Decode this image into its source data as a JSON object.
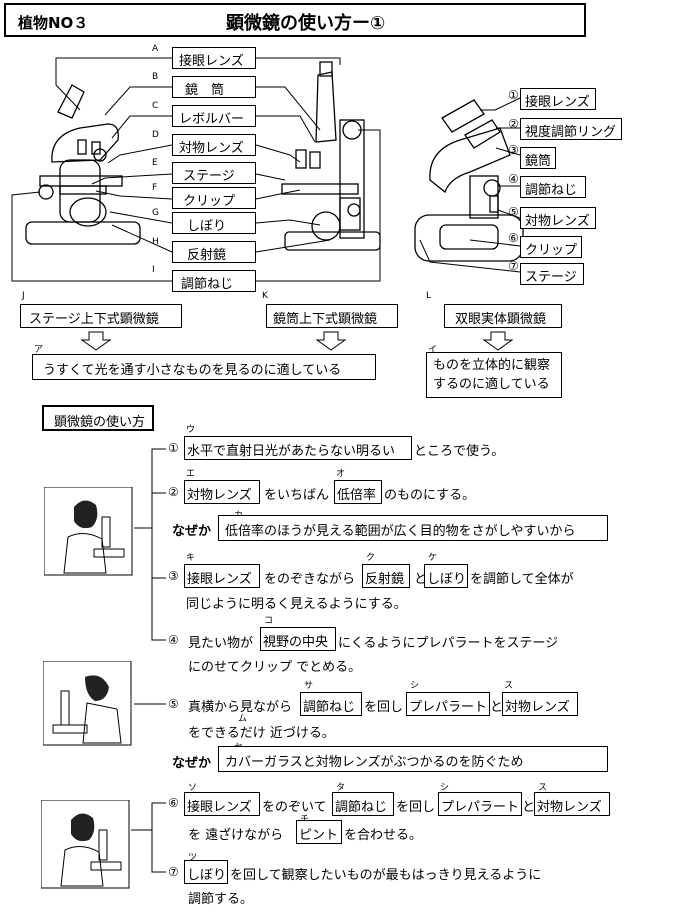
{
  "header": {
    "label": "植物NO３",
    "title": "顕微鏡の使い方ー①"
  },
  "parts_left": [
    {
      "letter": "A",
      "text": "接眼レンズ"
    },
    {
      "letter": "B",
      "text": "鏡　筒"
    },
    {
      "letter": "C",
      "text": "レボルバー"
    },
    {
      "letter": "D",
      "text": "対物レンズ"
    },
    {
      "letter": "E",
      "text": "ステージ"
    },
    {
      "letter": "F",
      "text": "クリップ"
    },
    {
      "letter": "G",
      "text": "しぼり"
    },
    {
      "letter": "H",
      "text": "反射鏡"
    },
    {
      "letter": "I",
      "text": "調節ねじ"
    }
  ],
  "parts_right": [
    {
      "num": "①",
      "text": "接眼レンズ"
    },
    {
      "num": "②",
      "text": "視度調節リング"
    },
    {
      "num": "③",
      "text": "鏡筒"
    },
    {
      "num": "④",
      "text": "調節ねじ"
    },
    {
      "num": "⑤",
      "text": "対物レンズ"
    },
    {
      "num": "⑥",
      "text": "クリップ"
    },
    {
      "num": "⑦",
      "text": "ステージ"
    }
  ],
  "types": [
    {
      "letter": "J",
      "name": "ステージ上下式顕微鏡"
    },
    {
      "letter": "K",
      "name": "鏡筒上下式顕微鏡"
    },
    {
      "letter": "L",
      "name": "双眼実体顕微鏡"
    }
  ],
  "use": {
    "letter": "ア",
    "text": "うすくて光を通す小さなものを見るのに適している"
  },
  "use_stereo": {
    "letter": "イ",
    "line1": "ものを立体的に観察",
    "line2": "するのに適している"
  },
  "section_title": "顕微鏡の使い方",
  "steps": {
    "s1": {
      "num": "①",
      "letter": "ウ",
      "box": "水平で直射日光があたらない明るい",
      "rest": "ところで使う。"
    },
    "s2": {
      "num": "②",
      "letter_e": "エ",
      "box1": "対物レンズ",
      "mid": "をいちばん",
      "letter_o": "オ",
      "box2": "低倍率",
      "rest": "のものにする。"
    },
    "why1": {
      "label": "なぜか",
      "letter": "カ",
      "text": "低倍率のほうが見える範囲が広く目的物をさがしやすいから"
    },
    "s3": {
      "num": "③",
      "letter_ki": "キ",
      "box1": "接眼レンズ",
      "mid1": "をのぞきながら",
      "letter_ku": "ク",
      "box2": "反射鏡",
      "mid2": "と",
      "letter_ke": "ケ",
      "box3": "しぼり",
      "rest": "を調節して全体が",
      "line2": "同じように明るく見えるようにする。"
    },
    "s4": {
      "num": "④",
      "pre": "見たい物が",
      "letter": "コ",
      "box": "視野の中央",
      "rest": "にくるようにプレパラートをステージ",
      "line2": "にのせてクリップ でとめる。"
    },
    "s5": {
      "num": "⑤",
      "pre": "真横から見ながら",
      "letter_sa": "サ",
      "box1": "調節ねじ",
      "mid1": "を回し",
      "letter_shi": "シ",
      "box2": "プレパラート",
      "mid2": "と",
      "letter_su": "ス",
      "box3": "対物レンズ",
      "line2": "をできるだけ 近づける。",
      "small": "ム"
    },
    "why2": {
      "label": "なぜか",
      "letter": "セ",
      "text": "カバーガラスと対物レンズがぶつかるのを防ぐため"
    },
    "s6": {
      "num": "⑥",
      "letter_so": "ソ",
      "box1": "接眼レンズ",
      "mid1": "をのぞいて",
      "letter_ta": "タ",
      "box2": "調節ねじ",
      "mid2": "を回し",
      "letter_shi": "シ",
      "box3": "プレパラート",
      "mid3": "と",
      "letter_su": "ス",
      "box4": "対物レンズ",
      "line2a": "を 遠ざけながら",
      "letter_chi": "チ",
      "box5": "ピント",
      "line2b": "を合わせる。"
    },
    "s7": {
      "num": "⑦",
      "letter": "ツ",
      "box": "しぼり",
      "rest": "を回して観察したいものが最もはっきり見えるように",
      "line2": "調節する。"
    }
  }
}
